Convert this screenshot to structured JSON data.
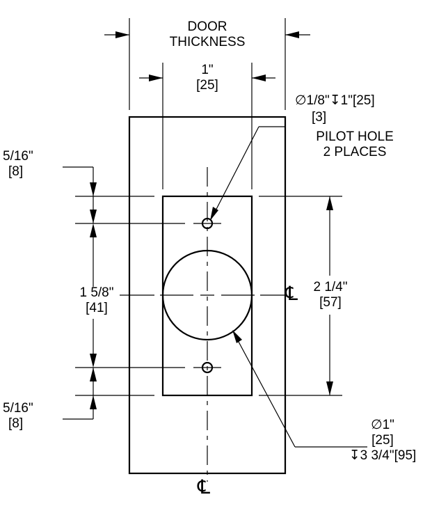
{
  "door_thickness": {
    "line1": "DOOR",
    "line2": "THICKNESS"
  },
  "thickness_dim": {
    "imperial": "1\"",
    "metric": "[25]"
  },
  "pilot_hole": {
    "spec": "∅1/8\"↧1\"[25]",
    "metric": "[3]",
    "line1": "PILOT HOLE",
    "line2": "2 PLACES"
  },
  "top_offset": {
    "imperial": "5/16\"",
    "metric": "[8]"
  },
  "bottom_offset": {
    "imperial": "5/16\"",
    "metric": "[8]"
  },
  "hole_spacing": {
    "imperial": "1 5/8\"",
    "metric": "[41]"
  },
  "plate_height": {
    "imperial": "2 1/4\"",
    "metric": "[57]"
  },
  "bore": {
    "diameter": "∅1\"",
    "metric": "[25]",
    "depth": "↧3 3/4\"[95]"
  },
  "centerline_symbol": "℄"
}
